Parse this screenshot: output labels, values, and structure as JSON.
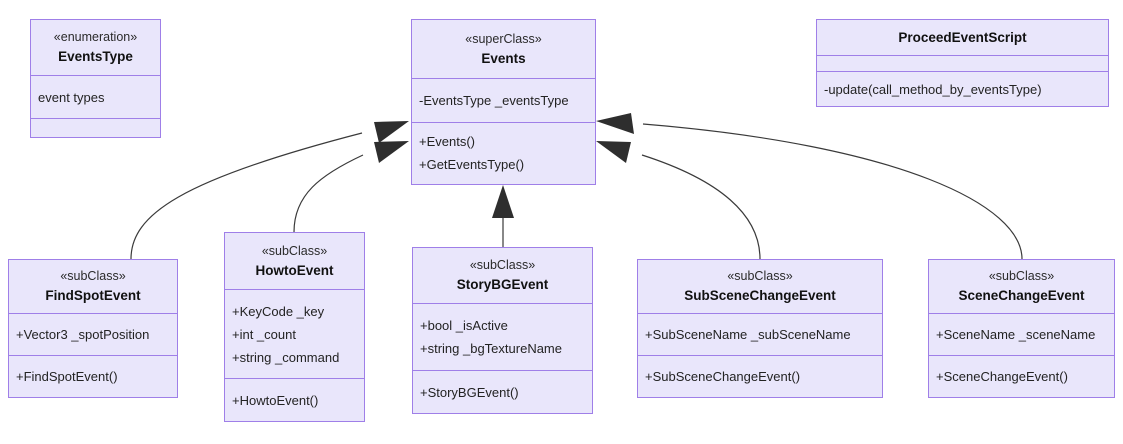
{
  "diagram": {
    "title": "Events class hierarchy UML diagram",
    "kind": "uml-class-diagram",
    "colors": {
      "class_fill": "#e9e6fb",
      "class_border": "#9f7fe8",
      "edge": "#3a3a3a",
      "text": "#222222",
      "background": "#ffffff"
    }
  },
  "classes": [
    {
      "id": "events-type",
      "stereotype": "«enumeration»",
      "name": "EventsType",
      "attributes": [
        "event types"
      ],
      "operations": []
    },
    {
      "id": "events",
      "stereotype": "«superClass»",
      "name": "Events",
      "attributes": [
        "-EventsType _eventsType"
      ],
      "operations": [
        "+Events()",
        "+GetEventsType()"
      ]
    },
    {
      "id": "proceed-event-script",
      "stereotype": "",
      "name": "ProceedEventScript",
      "attributes": [],
      "operations": [
        "-update(call_method_by_eventsType)"
      ]
    },
    {
      "id": "find-spot-event",
      "stereotype": "«subClass»",
      "name": "FindSpotEvent",
      "attributes": [
        "+Vector3 _spotPosition"
      ],
      "operations": [
        "+FindSpotEvent()"
      ]
    },
    {
      "id": "howto-event",
      "stereotype": "«subClass»",
      "name": "HowtoEvent",
      "attributes": [
        "+KeyCode _key",
        "+int _count",
        "+string _command"
      ],
      "operations": [
        "+HowtoEvent()"
      ]
    },
    {
      "id": "story-bg-event",
      "stereotype": "«subClass»",
      "name": "StoryBGEvent",
      "attributes": [
        "+bool _isActive",
        "+string _bgTextureName"
      ],
      "operations": [
        "+StoryBGEvent()"
      ]
    },
    {
      "id": "sub-scene-change-event",
      "stereotype": "«subClass»",
      "name": "SubSceneChangeEvent",
      "attributes": [
        "+SubSceneName _subSceneName"
      ],
      "operations": [
        "+SubSceneChangeEvent()"
      ]
    },
    {
      "id": "scene-change-event",
      "stereotype": "«subClass»",
      "name": "SceneChangeEvent",
      "attributes": [
        "+SceneName _sceneName"
      ],
      "operations": [
        "+SceneChangeEvent()"
      ]
    }
  ],
  "relationships": [
    {
      "from": "find-spot-event",
      "to": "events",
      "type": "generalization"
    },
    {
      "from": "howto-event",
      "to": "events",
      "type": "generalization"
    },
    {
      "from": "story-bg-event",
      "to": "events",
      "type": "generalization"
    },
    {
      "from": "sub-scene-change-event",
      "to": "events",
      "type": "generalization"
    },
    {
      "from": "scene-change-event",
      "to": "events",
      "type": "generalization"
    }
  ]
}
